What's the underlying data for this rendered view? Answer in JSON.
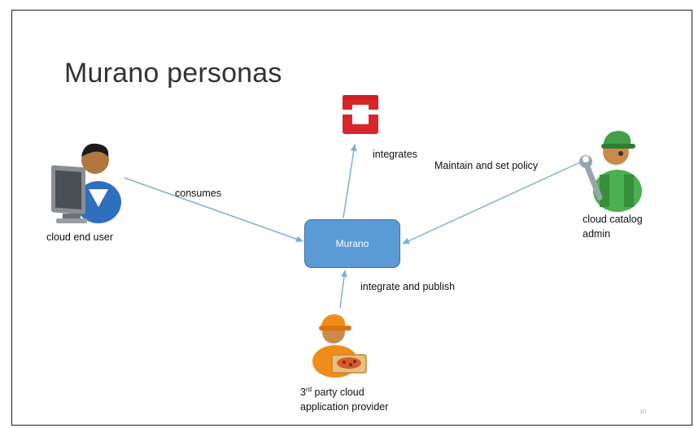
{
  "slide": {
    "title": "Murano personas",
    "page_number": "10"
  },
  "diagram": {
    "center_node": "Murano",
    "personas": {
      "end_user": "cloud end user",
      "admin_line1": "cloud catalog",
      "admin_line2": "admin",
      "provider_prefix": "3",
      "provider_sup": "rd",
      "provider_line1_rest": " party cloud",
      "provider_line2": "application provider"
    },
    "edges": {
      "consumes": "consumes",
      "integrates": "integrates",
      "maintain": "Maintain and set policy",
      "integrate_publish": "integrate and publish"
    },
    "colors": {
      "arrow": "#7fb0dc",
      "node_fill": "#5b9bd5",
      "openstack_red": "#d9262b"
    },
    "icons": [
      "openstack-logo-icon",
      "user-at-computer-icon",
      "mechanic-with-wrench-icon",
      "delivery-person-with-pizza-icon"
    ]
  }
}
